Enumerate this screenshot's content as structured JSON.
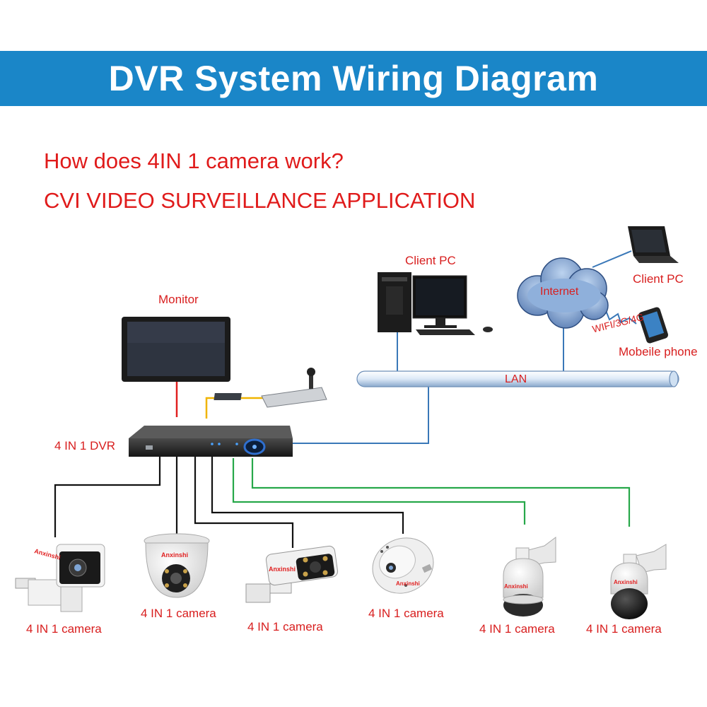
{
  "header": {
    "title": "DVR System Wiring Diagram"
  },
  "subtitles": {
    "question": "How does 4IN 1 camera  work?",
    "application": "CVI VIDEO SURVEILLANCE APPLICATION"
  },
  "labels": {
    "monitor": "Monitor",
    "dvr": "4 IN 1 DVR",
    "client_pc_desktop": "Client PC",
    "client_pc_laptop": "Client PC",
    "internet": "Internet",
    "lan": "LAN",
    "wireless": "WIFI/3G/4G",
    "phone": "Mobeile phone"
  },
  "cameras": [
    {
      "label": "4 IN 1 camera",
      "brand": "Anxinshi",
      "kind": "ptz-bullet"
    },
    {
      "label": "4 IN 1 camera",
      "brand": "Anxinshi",
      "kind": "dome"
    },
    {
      "label": "4 IN 1 camera",
      "brand": "Anxinshi",
      "kind": "bullet"
    },
    {
      "label": "4 IN 1 camera",
      "brand": "Anxinshi",
      "kind": "fisheye"
    },
    {
      "label": "4 IN 1 camera",
      "brand": "Anxinshi",
      "kind": "speed-dome-white"
    },
    {
      "label": "4 IN 1 camera",
      "brand": "Anxinshi",
      "kind": "speed-dome-black"
    }
  ],
  "colors": {
    "banner": "#1a86c8",
    "label_red": "#d81e1e",
    "video_cable": "#111111",
    "hdmi_cable": "#e02020",
    "rs485_cable": "#f0b400",
    "network_cable": "#3a78b8",
    "coax_cable_green": "#27a84a"
  }
}
